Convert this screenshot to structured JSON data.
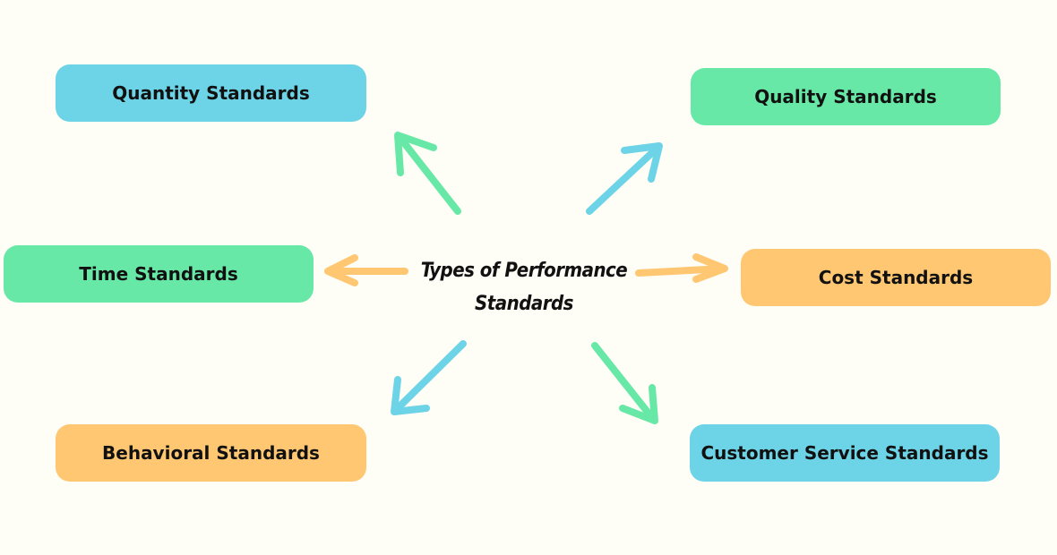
{
  "diagram": {
    "center_title": "Types of Performance Standards",
    "nodes": [
      {
        "id": "quantity",
        "label": "Quantity Standards",
        "color": "#6dd3e6"
      },
      {
        "id": "quality",
        "label": "Quality Standards",
        "color": "#68e8a6"
      },
      {
        "id": "time",
        "label": "Time Standards",
        "color": "#68e8a6"
      },
      {
        "id": "cost",
        "label": "Cost Standards",
        "color": "#ffc772"
      },
      {
        "id": "behavioral",
        "label": "Behavioral Standards",
        "color": "#ffc772"
      },
      {
        "id": "customer",
        "label": "Customer Service Standards",
        "color": "#6dd3e6"
      }
    ],
    "arrows": [
      {
        "to": "quantity",
        "color": "#68e8a6"
      },
      {
        "to": "quality",
        "color": "#6dd3e6"
      },
      {
        "to": "time",
        "color": "#ffc772"
      },
      {
        "to": "cost",
        "color": "#ffc772"
      },
      {
        "to": "behavioral",
        "color": "#6dd3e6"
      },
      {
        "to": "customer",
        "color": "#68e8a6"
      }
    ]
  }
}
